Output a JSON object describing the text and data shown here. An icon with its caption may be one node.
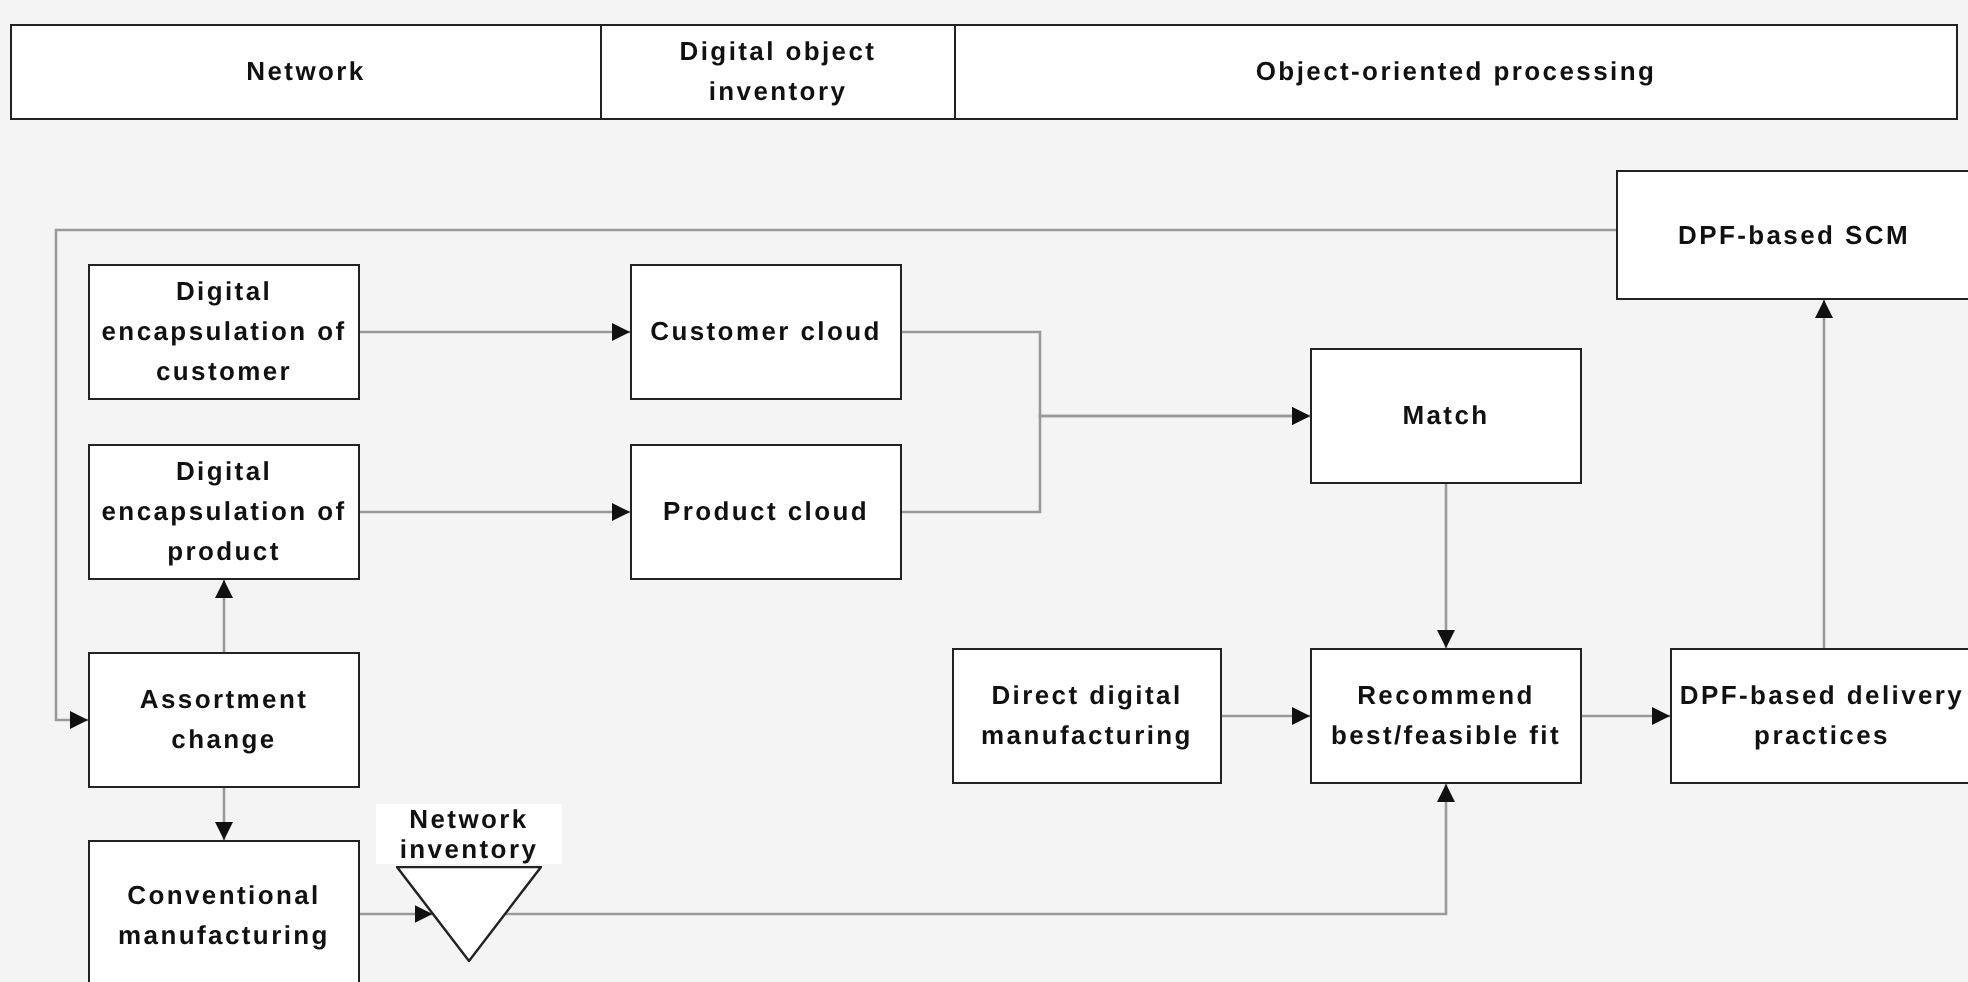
{
  "diagram": {
    "nodes": [
      {
        "text": [
          "Network"
        ]
      },
      {
        "text": [
          "Digital object inventory"
        ]
      },
      {
        "text": [
          "Object-oriented processing"
        ]
      },
      {
        "text": [
          "DPF-based SCM"
        ]
      },
      {
        "text": [
          "Digital encapsulation of customer"
        ]
      },
      {
        "text": [
          "Customer cloud"
        ]
      },
      {
        "text": [
          "Match"
        ]
      },
      {
        "text": [
          "Digital encapsulation of product"
        ]
      },
      {
        "text": [
          "Product cloud"
        ]
      },
      {
        "text": [
          "Assortment change"
        ]
      },
      {
        "text": [
          "Direct digital manufacturing"
        ]
      },
      {
        "text": [
          "Recommend best/feasible fit"
        ]
      },
      {
        "text": [
          "DPF-based delivery practices"
        ]
      },
      {
        "text": [
          "Conventional manufacturing"
        ]
      },
      {
        "text": [],
        "shape": "triangle",
        "beside": [
          "Network inventory"
        ]
      }
    ],
    "edges": [
      {
        "from": 4,
        "to": 5,
        "arrow": "to"
      },
      {
        "from": 7,
        "to": 8,
        "arrow": "to"
      },
      {
        "from": 5,
        "to": 6,
        "arrow": "to"
      },
      {
        "from": 8,
        "to": 6,
        "arrow": "to"
      },
      {
        "from": 6,
        "to": 11,
        "arrow": "to"
      },
      {
        "from": 10,
        "to": 11,
        "arrow": "to"
      },
      {
        "from": 11,
        "to": 12,
        "arrow": "to"
      },
      {
        "from": 12,
        "to": 3,
        "arrow": "to"
      },
      {
        "from": 3,
        "to": 9,
        "arrow": "to"
      },
      {
        "from": 9,
        "to": 7,
        "arrow": "to"
      },
      {
        "from": 9,
        "to": 13,
        "arrow": "to"
      },
      {
        "from": 13,
        "to": 14,
        "arrow": "to"
      },
      {
        "from": 14,
        "to": 11,
        "arrow": "to"
      }
    ]
  }
}
